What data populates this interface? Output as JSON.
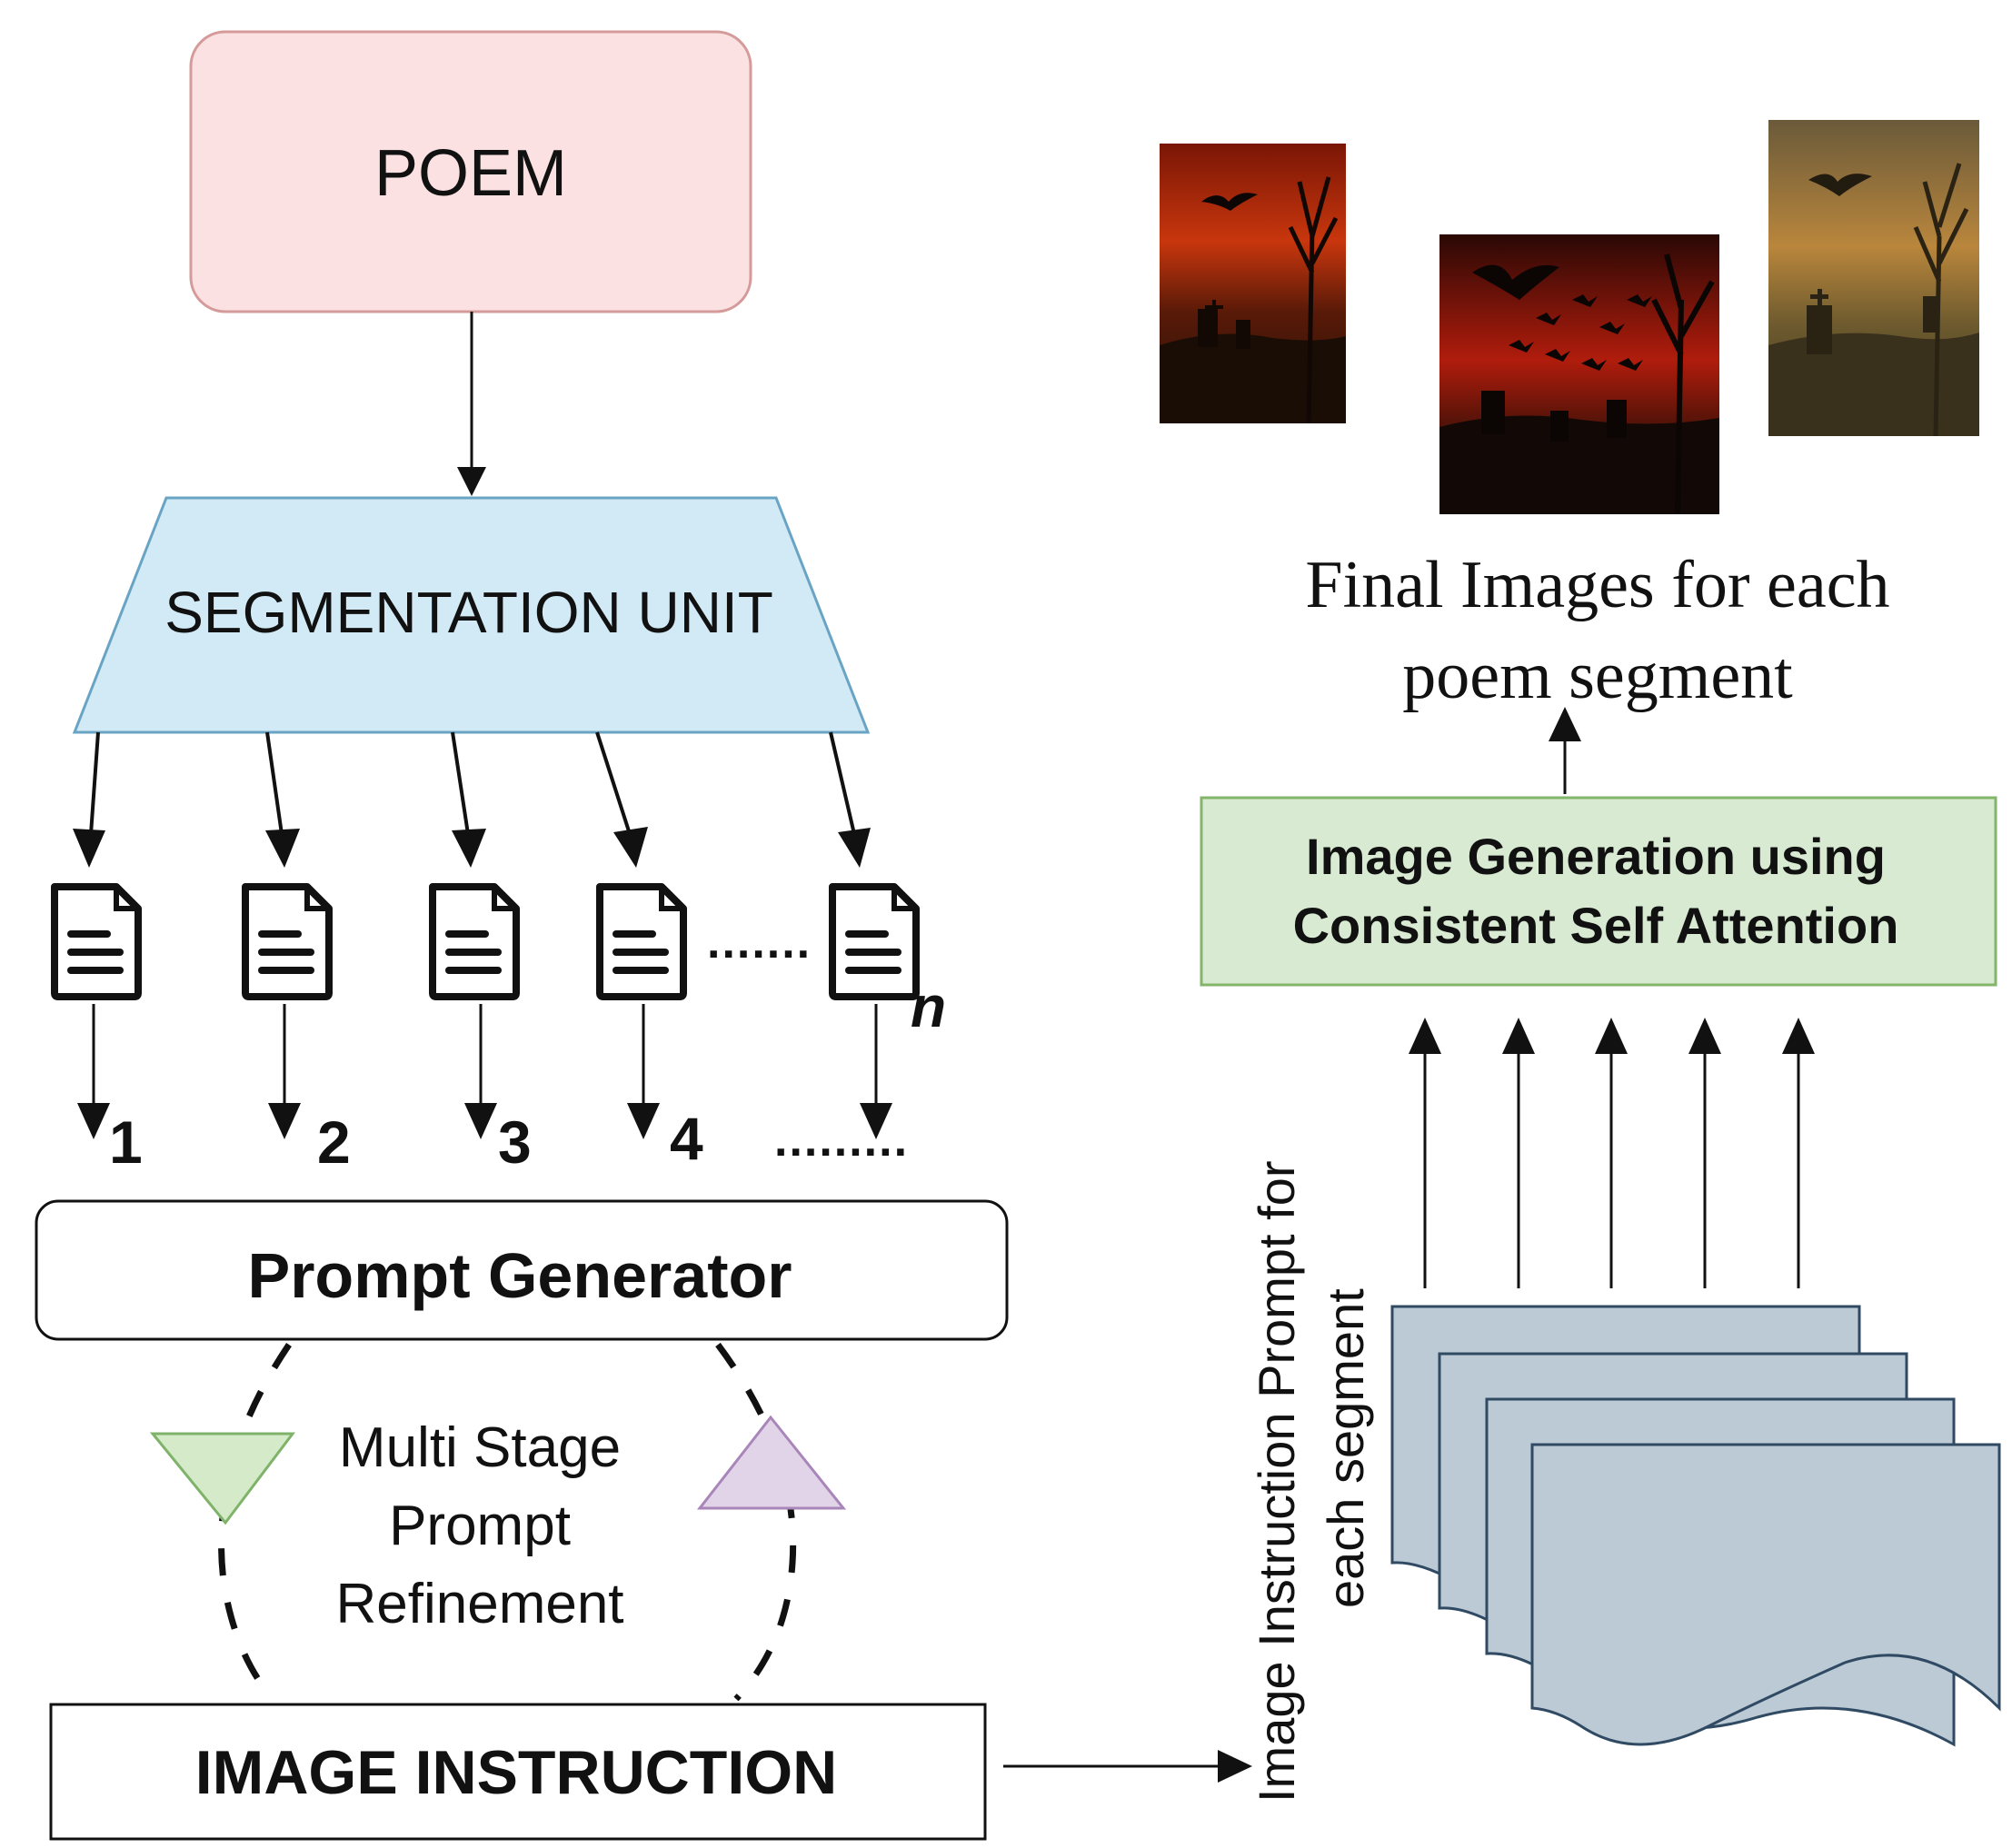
{
  "nodes": {
    "poem": "POEM",
    "segmentation": "SEGMENTATION UNIT",
    "prompt_generator": "Prompt Generator",
    "image_instruction": "IMAGE INSTRUCTION",
    "image_generation_line1": "Image Generation using",
    "image_generation_line2": "Consistent Self Attention"
  },
  "segments": {
    "labels": [
      "1",
      "2",
      "3",
      "4"
    ],
    "ellipsis_docs": ".......",
    "ellipsis_labels": ".........",
    "n_label": "n"
  },
  "refinement": {
    "line1": "Multi Stage",
    "line2": "Prompt",
    "line3": "Refinement"
  },
  "side_label": {
    "line1": "Image Instruction Prompt for",
    "line2": "each segment"
  },
  "final_caption": {
    "line1": "Final Images for each",
    "line2": "poem segment"
  },
  "colors": {
    "poem_fill": "#fbe1e1",
    "poem_stroke": "#d59a9a",
    "seg_fill": "#d2eaf5",
    "seg_stroke": "#6aa4c4",
    "gen_fill": "#d8ebd2",
    "gen_stroke": "#83b56b",
    "tri_green_fill": "#d4eac9",
    "tri_green_stroke": "#7fb36a",
    "tri_purple_fill": "#e1d3e8",
    "tri_purple_stroke": "#a986b9",
    "stack_fill": "#bccad6",
    "stack_stroke": "#2f4a62"
  }
}
